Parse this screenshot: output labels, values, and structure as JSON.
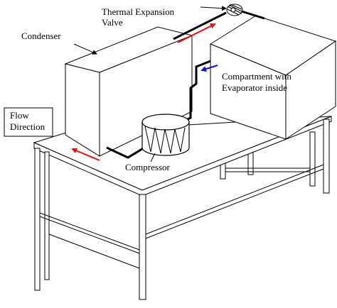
{
  "labels": {
    "thermal_expansion_valve": [
      "Thermal Expansion",
      "Valve"
    ],
    "condenser": "Condenser",
    "compartment": [
      "Compartment with",
      "Evaporator inside"
    ],
    "flow_direction": [
      "Flow",
      "Direction"
    ],
    "compressor": "Compressor"
  },
  "colors": {
    "line": "#000000",
    "flow_arrow_hot": "#e01010",
    "flow_arrow_cold": "#1010d0",
    "background": "#ffffff"
  },
  "arrows": {
    "flow_direction_arrow": "red",
    "condenser_to_valve_arrow": "red",
    "compartment_inlet_arrow": "blue"
  }
}
